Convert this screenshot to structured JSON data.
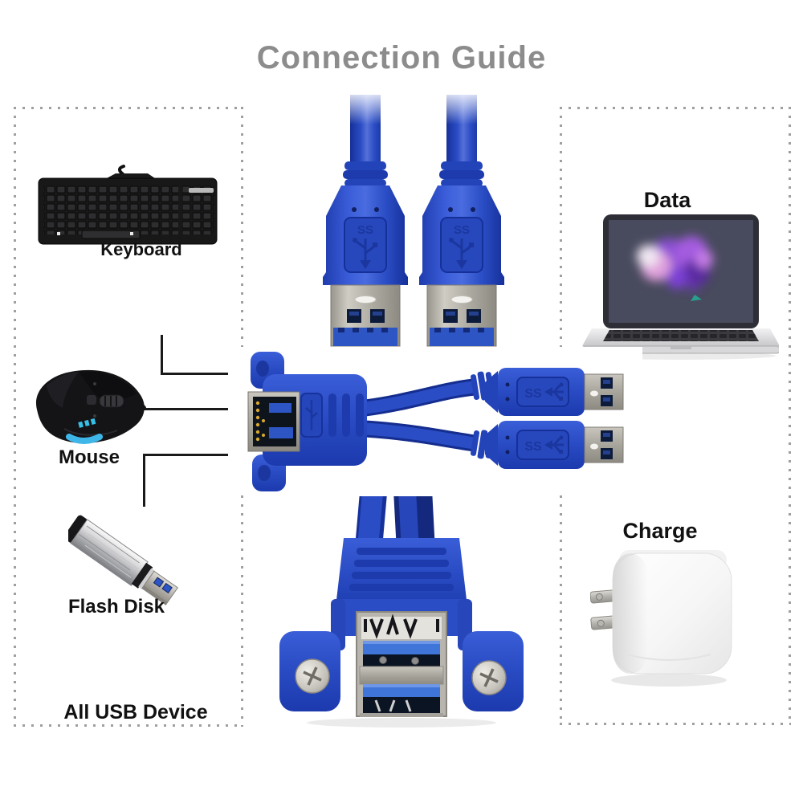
{
  "title": "Connection Guide",
  "left_panel": {
    "devices": [
      {
        "name": "keyboard",
        "label": "Keyboard"
      },
      {
        "name": "mouse",
        "label": "Mouse"
      },
      {
        "name": "flash-disk",
        "label": "Flash Disk"
      }
    ],
    "footer_label": "All USB Device"
  },
  "right_panel": {
    "functions": [
      {
        "name": "data",
        "label": "Data"
      },
      {
        "name": "charge",
        "label": "Charge"
      }
    ]
  },
  "cable": {
    "usb_logo_text": "SS"
  },
  "colors": {
    "cable_blue": "#2a4cc4",
    "cable_blue_dark": "#16309a",
    "usb_tongue_blue": "#3f74d8",
    "title_gray": "#8c8c8c",
    "line_black": "#1a1a1a",
    "border_dot_gray": "#9f9f9f",
    "mouse_accent_cyan": "#3fb6e8"
  }
}
